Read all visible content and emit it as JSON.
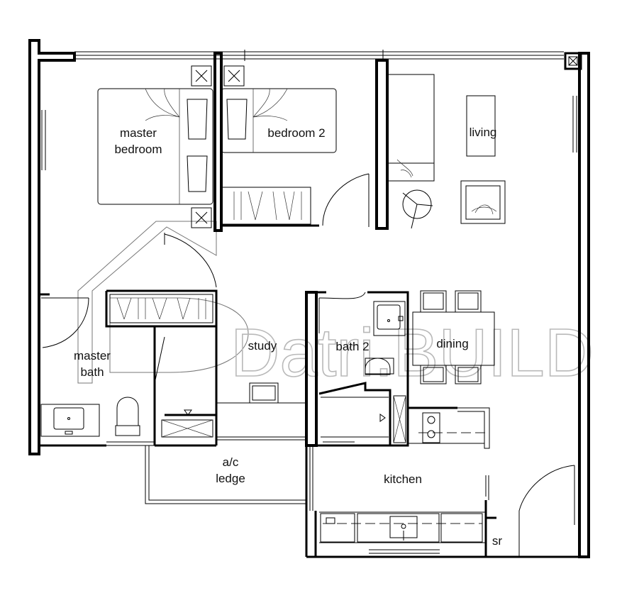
{
  "watermark": {
    "text": "Datri.BUILD"
  },
  "rooms": {
    "master_bedroom": {
      "line1": "master",
      "line2": "bedroom"
    },
    "bedroom_2": "bedroom 2",
    "living": "living",
    "study": "study",
    "bath_2": "bath 2",
    "dining": "dining",
    "master_bath": {
      "line1": "master",
      "line2": "bath"
    },
    "ac_ledge": {
      "line1": "a/c",
      "line2": "ledge"
    },
    "kitchen": "kitchen",
    "store_room": "sr"
  },
  "icons": [
    "watermark-house-outline",
    "bed-icon",
    "pillow-icon",
    "armchair-icon",
    "sofa-icon",
    "table-icon",
    "chair-icon",
    "sink-icon",
    "toilet-icon",
    "stove-icon",
    "wardrobe-icon",
    "door-swing-icon",
    "fan-icon",
    "window-icon",
    "column-marker-icon"
  ]
}
